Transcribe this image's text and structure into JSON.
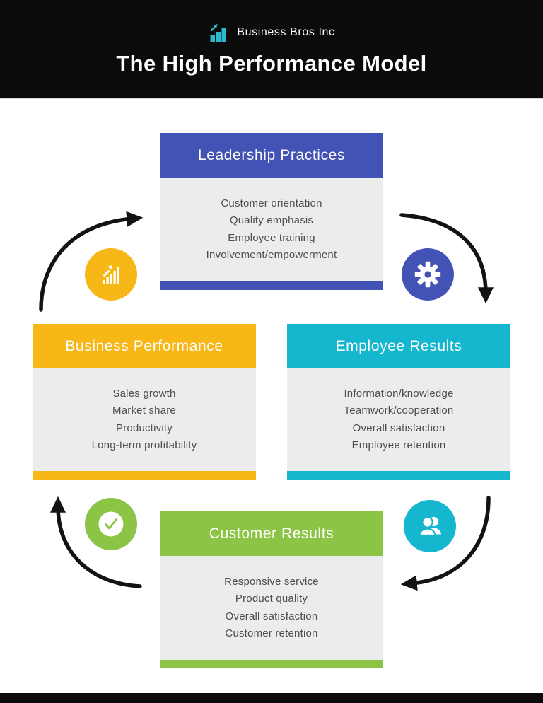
{
  "header": {
    "brand": "Business Bros Inc",
    "title": "The High Performance Model"
  },
  "boxes": [
    {
      "title": "Leadership Practices",
      "accent": "#4353B5",
      "items": [
        "Customer orientation",
        "Quality emphasis",
        "Employee training",
        "Involvement/empowerment"
      ]
    },
    {
      "title": "Business Performance",
      "accent": "#F7B817",
      "items": [
        "Sales growth",
        "Market share",
        "Productivity",
        "Long-term profitability"
      ]
    },
    {
      "title": "Employee Results",
      "accent": "#14B7CE",
      "items": [
        "Information/knowledge",
        "Teamwork/cooperation",
        "Overall satisfaction",
        "Employee retention"
      ]
    },
    {
      "title": "Customer Results",
      "accent": "#8CC445",
      "items": [
        "Responsive service",
        "Product quality",
        "Overall satisfaction",
        "Customer retention"
      ]
    }
  ],
  "icons": [
    {
      "name": "trend-up-chart-icon",
      "color": "#F7B817"
    },
    {
      "name": "gear-icon",
      "color": "#4353B5"
    },
    {
      "name": "team-icon",
      "color": "#14B7CE"
    },
    {
      "name": "check-icon",
      "color": "#8CC445"
    }
  ],
  "colors": {
    "band": "#0B0B0B",
    "panel": "#ECECEC",
    "body_text": "#4D4D4D",
    "arrow": "#131313",
    "logo": "#2CB9CC",
    "background": "#FFFFFF"
  }
}
